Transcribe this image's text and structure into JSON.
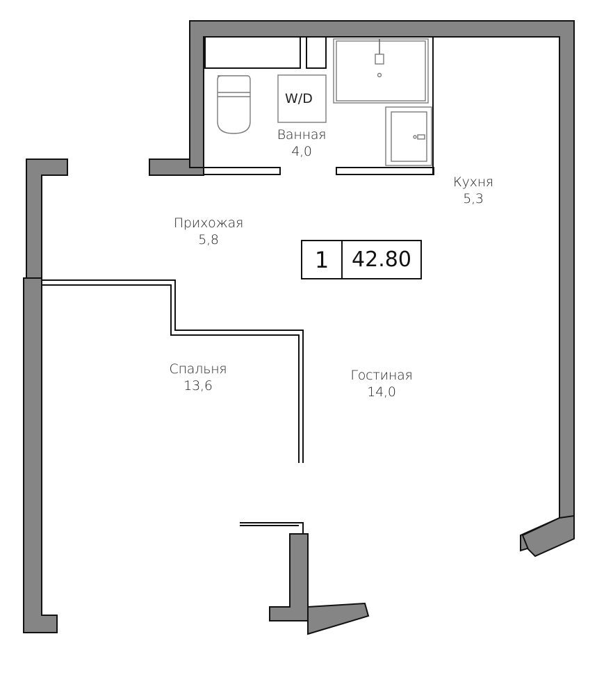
{
  "plan": {
    "rooms_count": "1",
    "total_area": "42.80",
    "rooms": [
      {
        "name": "Ванная",
        "area": "4,0"
      },
      {
        "name": "Кухня",
        "area": "5,3"
      },
      {
        "name": "Прихожая",
        "area": "5,8"
      },
      {
        "name": "Спальня",
        "area": "13,6"
      },
      {
        "name": "Гостиная",
        "area": "14,0"
      }
    ],
    "appliance_label": "W/D"
  },
  "colors": {
    "wall": "#858585",
    "outline": "#111111",
    "furniture": "#7a7a7a",
    "glass": "#e1e7ec",
    "dog": "#f7d7bf",
    "person_shirt": "#a9d0d3",
    "person_hair": "#7a3e22"
  }
}
